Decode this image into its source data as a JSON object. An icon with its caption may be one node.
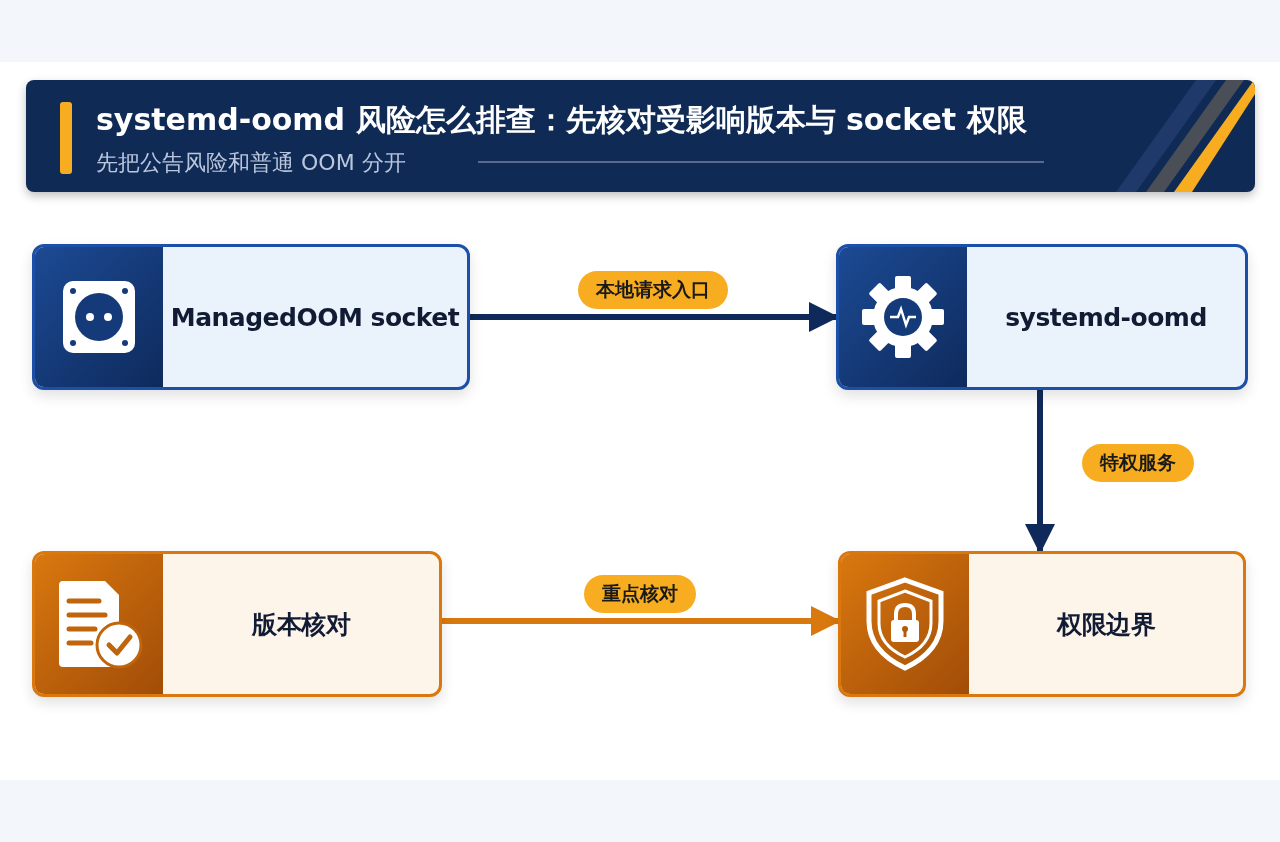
{
  "diagram": {
    "title": "systemd-oomd 风险怎么排查：先核对受影响版本与 socket 权限",
    "nodes": [
      {
        "text": [
          "ManagedOOM socket"
        ]
      },
      {
        "text": [
          "systemd-oomd"
        ]
      },
      {
        "text": [
          "版本核对"
        ]
      },
      {
        "text": [
          "权限边界"
        ]
      }
    ],
    "edges": [
      {
        "from": 0,
        "to": 1,
        "arrow": "to",
        "label": "本地请求入口"
      },
      {
        "from": 1,
        "to": 3,
        "arrow": "to",
        "label": "特权服务"
      },
      {
        "from": 2,
        "to": 3,
        "arrow": "to",
        "label": "重点核对",
        "color": "#d9780f"
      }
    ],
    "labels": [
      "先把公告风险和普通 OOM 分开"
    ]
  }
}
